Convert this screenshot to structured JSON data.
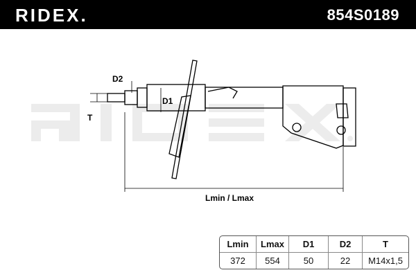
{
  "header": {
    "brand": "RIDEX.",
    "part_number": "854S0189"
  },
  "watermark": "RIDEX",
  "labels": {
    "d2": "D2",
    "d1": "D1",
    "t": "T",
    "length": "Lmin / Lmax"
  },
  "table": {
    "headers": [
      "Lmin",
      "Lmax",
      "D1",
      "D2",
      "T"
    ],
    "values": [
      "372",
      "554",
      "50",
      "22",
      "M14x1,5"
    ]
  }
}
